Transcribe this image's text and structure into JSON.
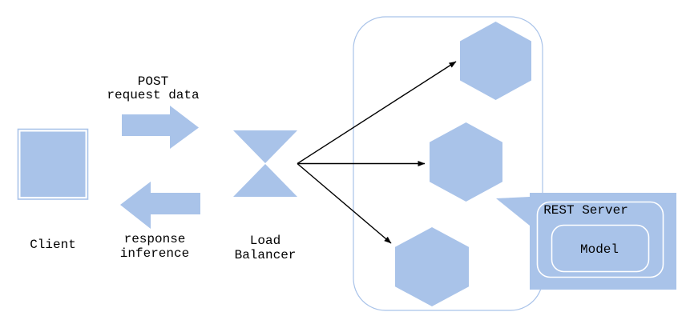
{
  "colors": {
    "shape_fill": "#a9c3e9",
    "shape_stroke": "#a9c3e9",
    "arrow_color": "#000000",
    "text_color": "#000000",
    "white_stroke": "#ffffff",
    "background": "#ffffff"
  },
  "labels": {
    "client": "Client",
    "request": {
      "line1": "POST",
      "line2": "request data"
    },
    "response": {
      "line1": "response",
      "line2": "inference"
    },
    "load_balancer": {
      "line1": "Load",
      "line2": "Balancer"
    },
    "callout": {
      "title": "REST Server",
      "model": "Model"
    }
  },
  "structure": {
    "server_instances": 3
  }
}
